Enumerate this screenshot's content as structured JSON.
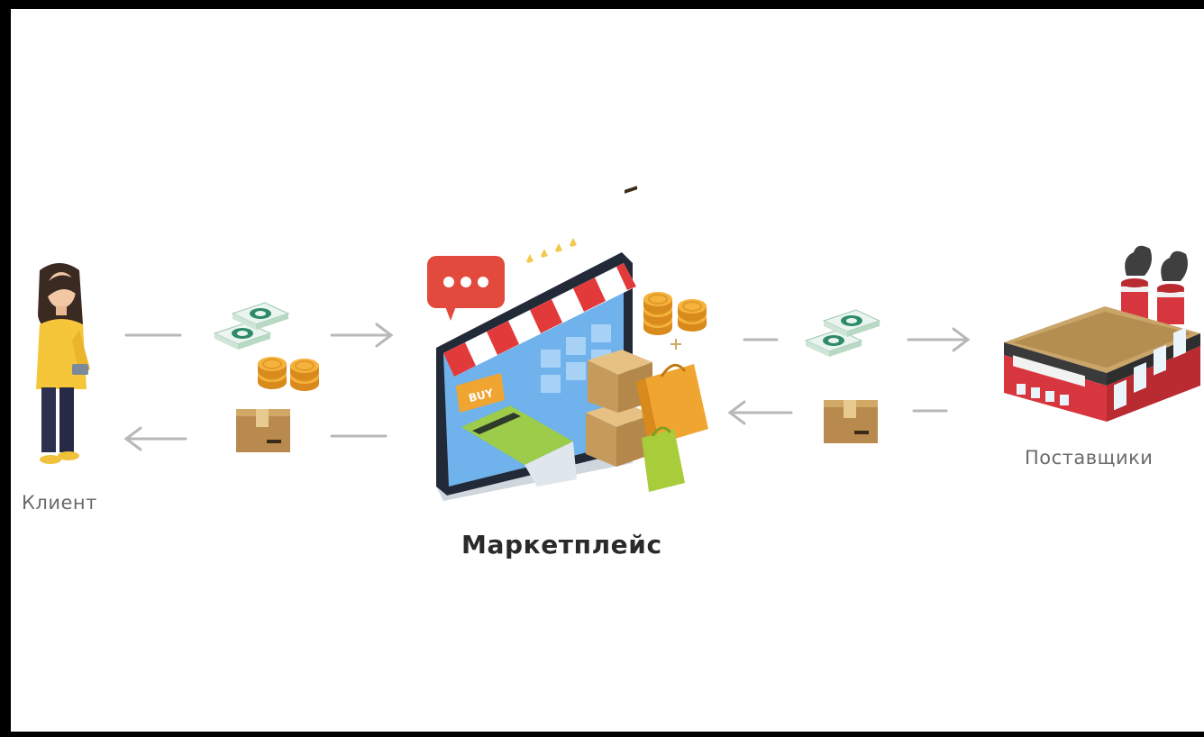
{
  "diagram": {
    "client_label": "Клиент",
    "marketplace_label": "Маркетплейс",
    "suppliers_label": "Поставщики",
    "icons": {
      "client": "woman-with-phone-icon",
      "marketplace": "online-store-monitor-icon",
      "suppliers": "factory-icon",
      "money": "banknotes-icon",
      "coins": "coins-icon",
      "parcel": "parcel-box-icon"
    },
    "colors": {
      "arrow": "#b8b8b8",
      "frame": "#000000",
      "label": "#6b6b6b",
      "title": "#2a2a2a",
      "awning_red": "#e23a3a",
      "screen_blue": "#6fb2ec",
      "factory_red": "#d8363e",
      "box_tan": "#c69a5a",
      "coin_gold": "#f0a531",
      "note_green": "#6fbf8f"
    }
  }
}
